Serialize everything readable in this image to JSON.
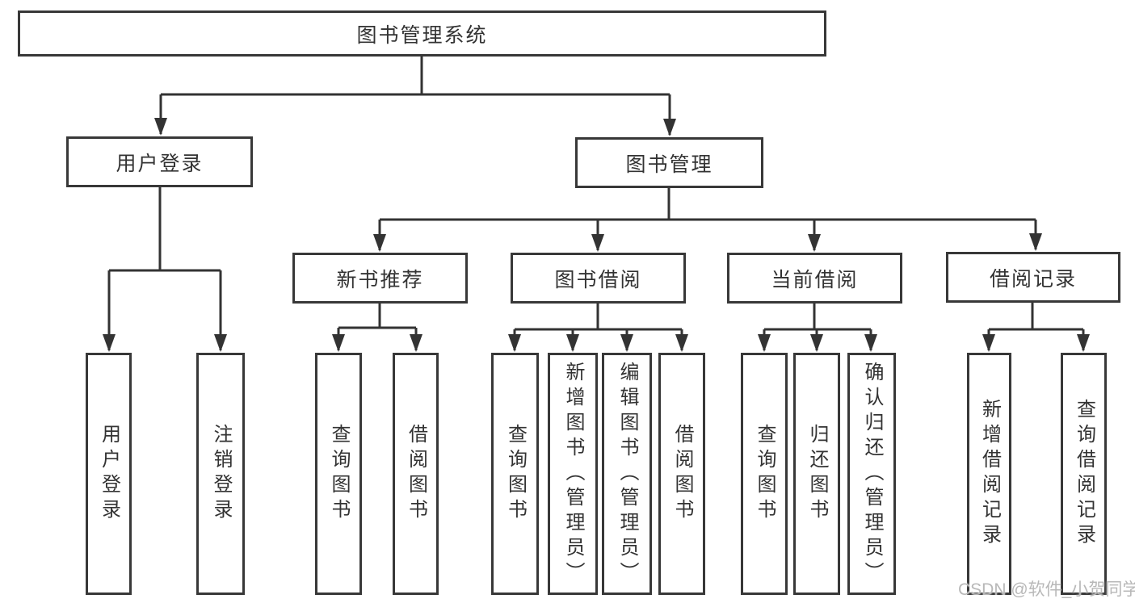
{
  "tree": {
    "label": "图书管理系统",
    "children": [
      {
        "label": "用户登录",
        "children": [
          {
            "label": "用户登录"
          },
          {
            "label": "注销登录"
          }
        ]
      },
      {
        "label": "图书管理",
        "children": [
          {
            "label": "新书推荐",
            "children": [
              {
                "label": "查询图书"
              },
              {
                "label": "借阅图书"
              }
            ]
          },
          {
            "label": "图书借阅",
            "children": [
              {
                "label": "查询图书"
              },
              {
                "label": "新增图书（管理员）"
              },
              {
                "label": "编辑图书（管理员）"
              },
              {
                "label": "借阅图书"
              }
            ]
          },
          {
            "label": "当前借阅",
            "children": [
              {
                "label": "查询图书"
              },
              {
                "label": "归还图书"
              },
              {
                "label": "确认归还（管理员）"
              }
            ]
          },
          {
            "label": "借阅记录",
            "children": [
              {
                "label": "新增借阅记录"
              },
              {
                "label": "查询借阅记录"
              }
            ]
          }
        ]
      }
    ]
  },
  "watermark": "CSDN @软件_小贺同学",
  "colors": {
    "line": "#333333",
    "box_border": "#383838",
    "box_fill": "#ffffff",
    "text": "#333333",
    "watermark": "#b8b8b8"
  }
}
